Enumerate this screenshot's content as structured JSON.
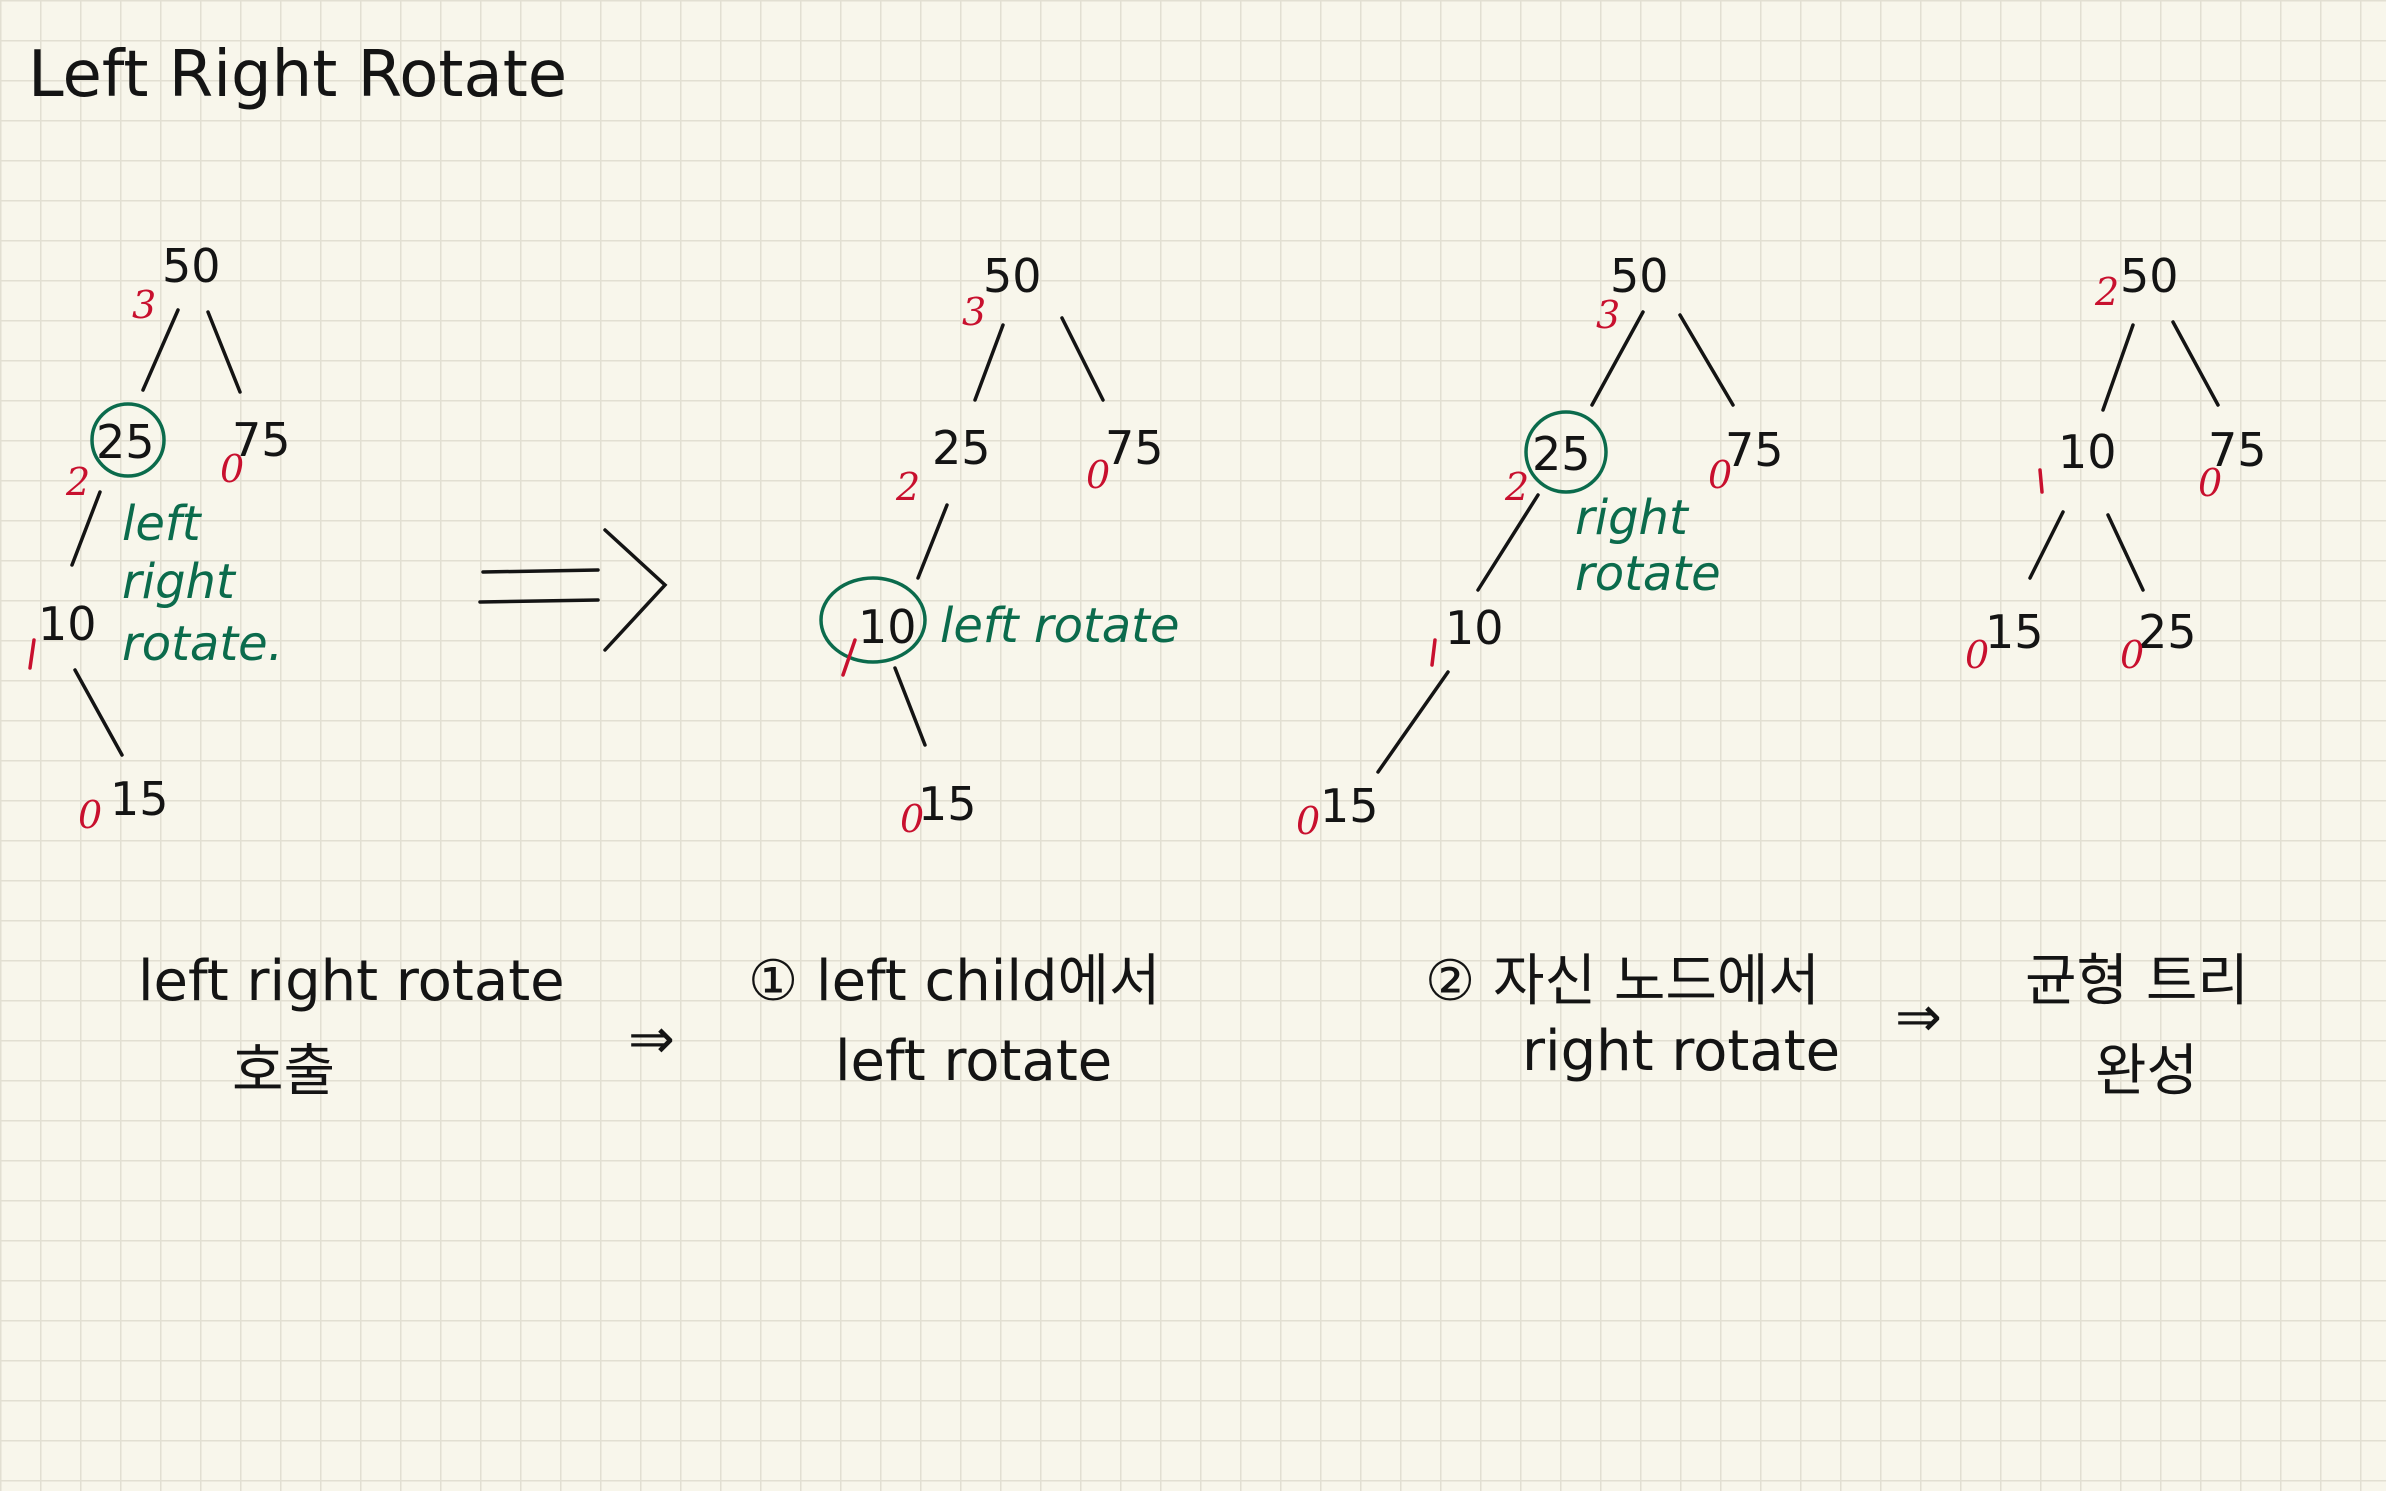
{
  "title": "Left Right Rotate",
  "colors": {
    "ink": "#141414",
    "annotation": "#0b6b4c",
    "balance": "#c8102e",
    "paper": "#f8f6eb",
    "grid": "#e2dfd2"
  },
  "trees": [
    {
      "nodes": [
        {
          "id": "n50",
          "label": "50",
          "balance": "3"
        },
        {
          "id": "n25",
          "label": "25",
          "balance": "2",
          "highlight": true
        },
        {
          "id": "n75",
          "label": "75",
          "balance": "0"
        },
        {
          "id": "n10",
          "label": "10",
          "balance": "1"
        },
        {
          "id": "n15",
          "label": "15",
          "balance": "0"
        }
      ],
      "note": [
        "left",
        "right",
        "rotate."
      ]
    },
    {
      "nodes": [
        {
          "id": "n50",
          "label": "50",
          "balance": "3"
        },
        {
          "id": "n25",
          "label": "25",
          "balance": "2"
        },
        {
          "id": "n75",
          "label": "75",
          "balance": "0"
        },
        {
          "id": "n10",
          "label": "10",
          "balance": "1",
          "highlight": true
        },
        {
          "id": "n15",
          "label": "15",
          "balance": "0"
        }
      ],
      "note": [
        "left rotate"
      ]
    },
    {
      "nodes": [
        {
          "id": "n50",
          "label": "50",
          "balance": "3"
        },
        {
          "id": "n25",
          "label": "25",
          "balance": "2",
          "highlight": true
        },
        {
          "id": "n75",
          "label": "75",
          "balance": "0"
        },
        {
          "id": "n10",
          "label": "10",
          "balance": "1"
        },
        {
          "id": "n15",
          "label": "15",
          "balance": "0"
        }
      ],
      "note": [
        "right",
        "rotate"
      ]
    },
    {
      "nodes": [
        {
          "id": "n50",
          "label": "50",
          "balance": "2"
        },
        {
          "id": "n10",
          "label": "10",
          "balance": "1"
        },
        {
          "id": "n75",
          "label": "75",
          "balance": "0"
        },
        {
          "id": "n15",
          "label": "15",
          "balance": "0"
        },
        {
          "id": "n25",
          "label": "25",
          "balance": "0"
        }
      ],
      "note": []
    }
  ],
  "captions": [
    [
      "left right rotate",
      "호출"
    ],
    [
      "① left child에서",
      "left rotate"
    ],
    [
      "② 자신 노드에서",
      "right rotate"
    ],
    [
      "균형 트리",
      "완성"
    ]
  ],
  "arrow_glyph": "⇒"
}
